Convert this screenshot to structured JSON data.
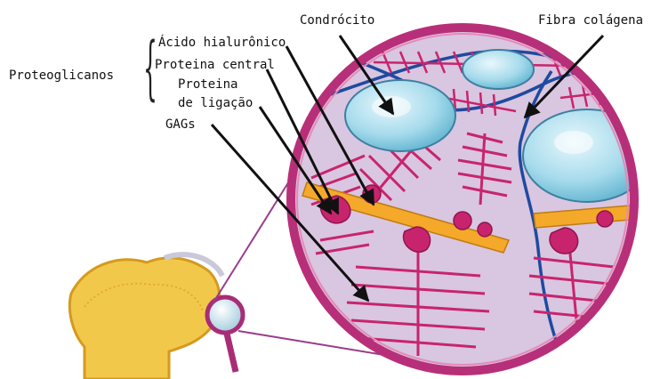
{
  "labels": {
    "group": "Proteoglicanos",
    "hyaluronic_acid": "Ácido hialurônico",
    "core_protein": "Proteina central",
    "link_protein_line1": "Proteina",
    "link_protein_line2": "de ligação",
    "gags": "GAGs",
    "chondrocyte": "Condrócito",
    "collagen_fiber": "Fibra colágena"
  },
  "colors": {
    "matrix": "#d9c6e0",
    "circle_rim": "#b82f79",
    "gag_magenta": "#c8246e",
    "hyaluronic_orange": "#f4a92a",
    "collagen_blue": "#1f4aa0",
    "chondrocyte_blue": "#9fd6e8",
    "bone_yellow": "#f2c84b"
  }
}
